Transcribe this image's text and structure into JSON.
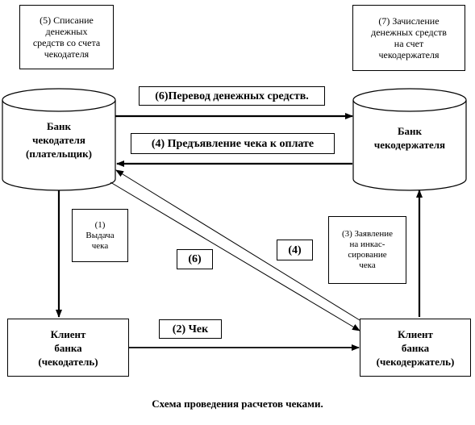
{
  "notes": {
    "debit": "(5) Списание\nденежных\nсредств со счета\nчекодателя",
    "credit": "(7) Зачисление\nденежных средств\nна счет\nчекодержателя"
  },
  "banks": {
    "payer": "Банк\nчекодателя\n(плательщик)",
    "holder": "Банк\nчекодержателя"
  },
  "clients": {
    "payer": "Клиент\nбанка\n(чекодатель)",
    "holder": "Клиент\nбанка\n(чекодержатель)"
  },
  "arrows": {
    "transfer": "(6)Перевод денежных средств.",
    "presentation": "(4) Предъявление чека к оплате",
    "issue": "(1)\nВыдача\nчека",
    "check": "(2) Чек",
    "application": "(3) Заявление\nна инкас-\nсирование\nчека",
    "diag6": "(6)",
    "diag4": "(4)"
  },
  "caption": "Схема проведения расчетов чеками."
}
